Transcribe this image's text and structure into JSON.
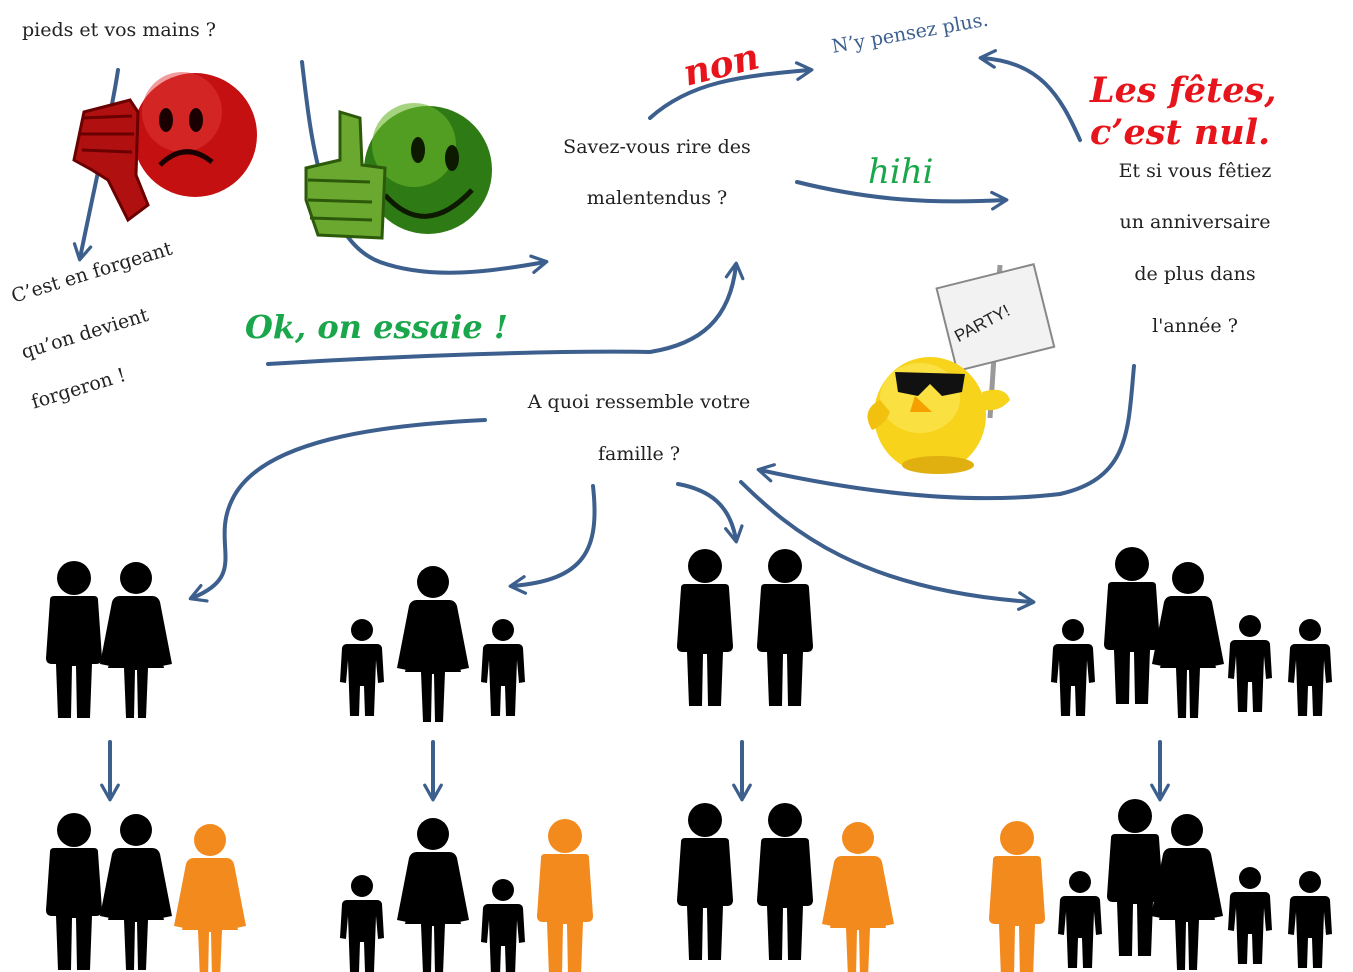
{
  "texts": {
    "top_left": "pieds et vos mains ?",
    "savez_line1": "Savez-vous rire des",
    "savez_line2": "malentendus ?",
    "ny_pensez": "N’y pensez plus.",
    "non": "non",
    "hihi": "hihi",
    "les_fetes_line1": "Les fêtes,",
    "les_fetes_line2": "c’est nul.",
    "et_si_line1": "Et si vous fêtiez",
    "et_si_line2": "un anniversaire",
    "et_si_line3": "de plus dans",
    "et_si_line4": "l'année ?",
    "forgeant_line1": "C’est en forgeant",
    "forgeant_line2": "qu’on devient",
    "forgeant_line3": "forgeron !",
    "ok_essaie": "Ok, on essaie !",
    "quoi_line1": "A quoi ressemble votre",
    "quoi_line2": "famille ?",
    "party_sign": "PARTY!"
  },
  "colors": {
    "arrow": "#3c5f8e",
    "red_text": "#e8141b",
    "green_text": "#1aa64a",
    "blue_text": "#3c5f8e",
    "person_black": "#000000",
    "person_orange": "#f28a1e"
  },
  "icons": {
    "thumbs_down": "thumbs-down-smiley-icon",
    "thumbs_up": "thumbs-up-smiley-icon",
    "party_chick": "party-chick-icon",
    "person": "person-icon"
  }
}
